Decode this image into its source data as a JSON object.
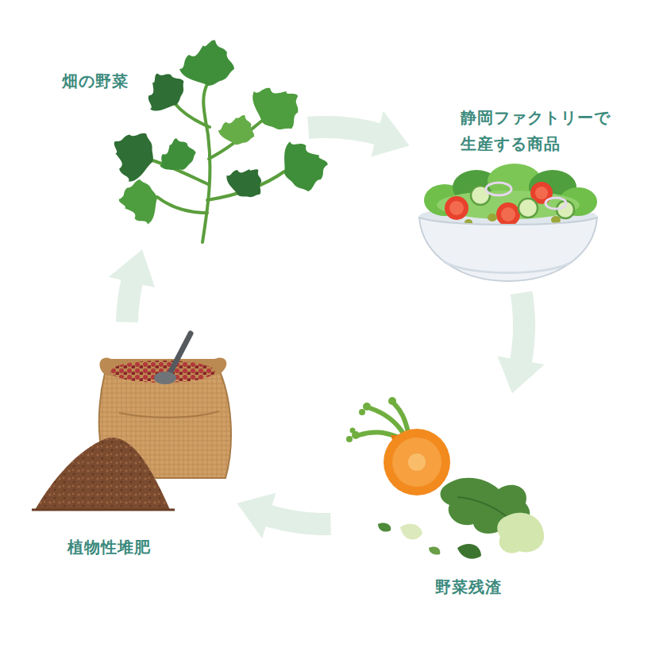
{
  "diagram": {
    "nodes": [
      {
        "text": [
          "畑の野菜"
        ]
      },
      {
        "text": [
          "静岡ファクトリーで 生産する商品"
        ]
      },
      {
        "text": [
          "野菜残渣"
        ]
      },
      {
        "text": [
          "植物性堆肥"
        ]
      }
    ],
    "edges": [
      {
        "from": 0,
        "to": 1,
        "arrow": "to"
      },
      {
        "from": 1,
        "to": 2,
        "arrow": "to"
      },
      {
        "from": 2,
        "to": 3,
        "arrow": "to"
      },
      {
        "from": 3,
        "to": 0,
        "arrow": "to"
      }
    ]
  }
}
